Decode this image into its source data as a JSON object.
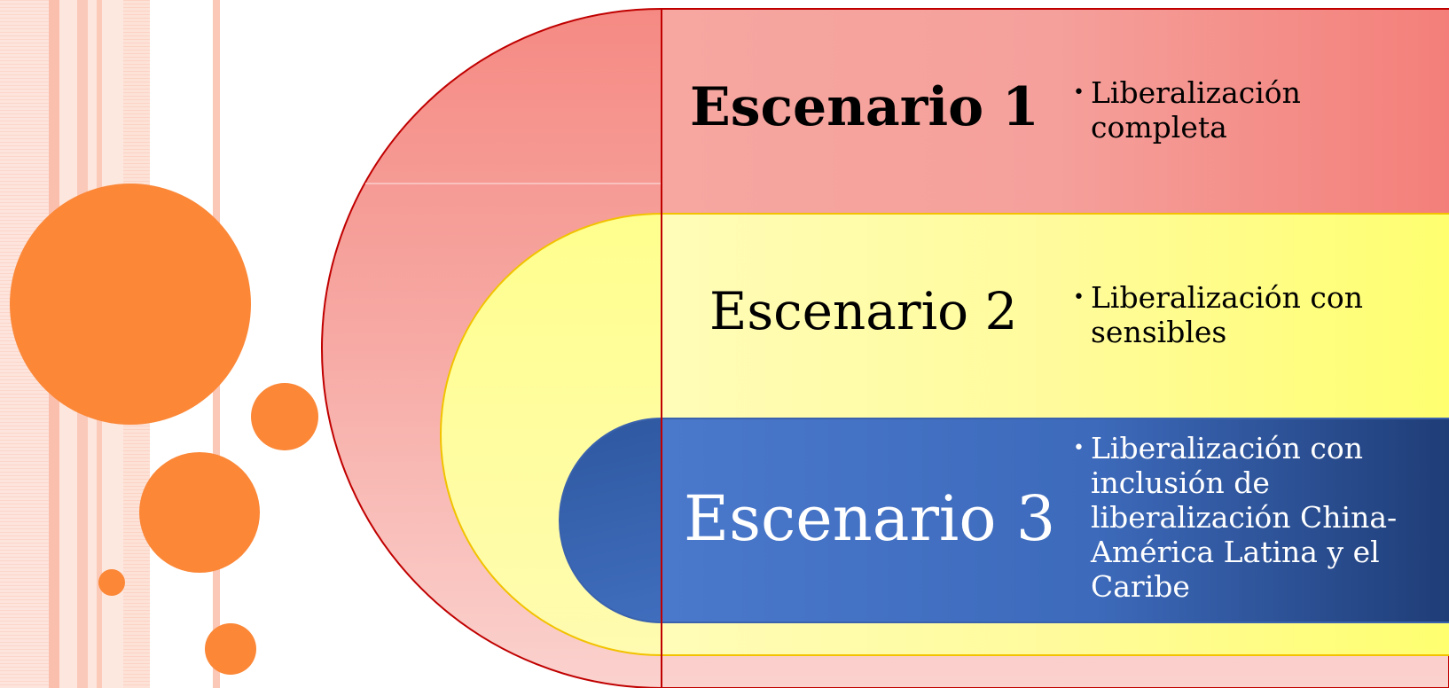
{
  "colors": {
    "stripe_light": "#fde0d6",
    "stripe_mid": "#fbc7b6",
    "circle": "#fb8737",
    "ring1_outline": "#c00000",
    "ring1_fill": "#f4918b",
    "ring2_outline": "#f2c200",
    "ring2_fill": "#ffff7a",
    "ring3_fill": "#3c69bc",
    "ring3_dark": "#23427f",
    "text_dark": "#000000",
    "text_light": "#ffffff"
  },
  "scenarios": [
    {
      "title": "Escenario 1",
      "bullet": "Liberalización completa",
      "bullet_lines": [
        "Liberalización",
        "completa"
      ]
    },
    {
      "title": "Escenario 2",
      "bullet": "Liberalización con sensibles",
      "bullet_lines": [
        "Liberalización con",
        "sensibles"
      ]
    },
    {
      "title": "Escenario 3",
      "bullet": "Liberalización con inclusión de liberalización China-América Latina y el Caribe",
      "bullet_lines": [
        "Liberalización con",
        "inclusión de",
        "liberalización China-",
        "América Latina y el",
        "Caribe"
      ]
    }
  ],
  "bullet_glyph": "•"
}
